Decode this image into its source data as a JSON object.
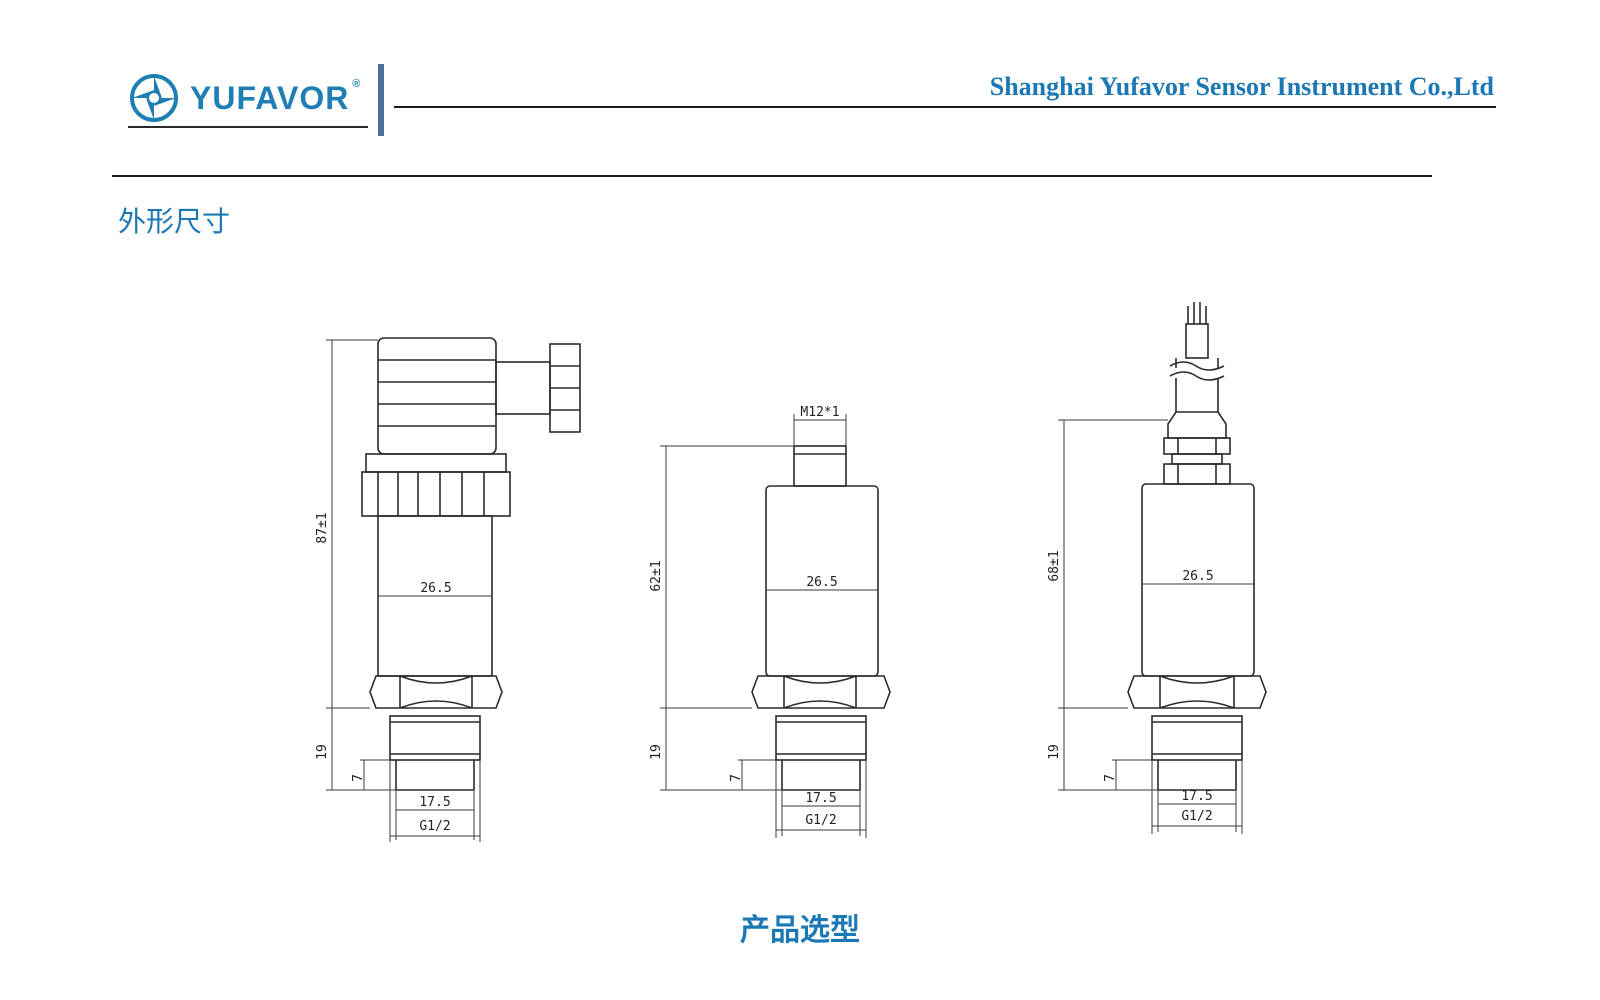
{
  "header": {
    "brand": "YUFAVOR",
    "registered": "®",
    "company": "Shanghai Yufavor Sensor Instrument Co.,Ltd"
  },
  "section": {
    "title": "外形尺寸"
  },
  "footer": {
    "title": "产品选型"
  },
  "drawings": [
    {
      "variant": "din-connector",
      "height_label": "87±1",
      "diameter_label": "26.5",
      "thread_length_label": "19",
      "thread_depth_label": "7",
      "thread_dia_label": "17.5",
      "thread_spec_label": "G1/2"
    },
    {
      "variant": "m12-connector",
      "connector_label": "M12*1",
      "height_label": "62±1",
      "diameter_label": "26.5",
      "thread_length_label": "19",
      "thread_depth_label": "7",
      "thread_dia_label": "17.5",
      "thread_spec_label": "G1/2"
    },
    {
      "variant": "cable-gland",
      "height_label": "68±1",
      "diameter_label": "26.5",
      "thread_length_label": "19",
      "thread_depth_label": "7",
      "thread_dia_label": "17.5",
      "thread_spec_label": "G1/2"
    }
  ]
}
